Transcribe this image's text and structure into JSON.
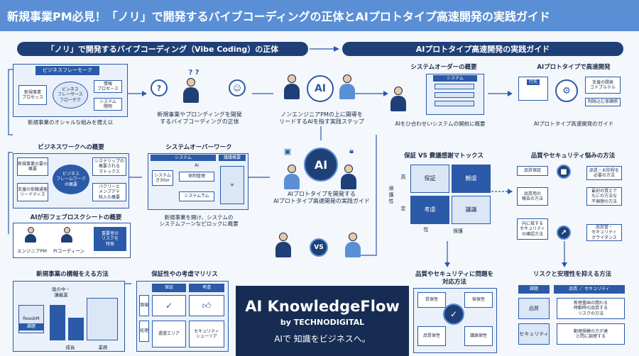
{
  "title": "新規事業PM必見！「ノリ」で開発するバイブコーディングの正体とAIプロトタイプ高速開発の実践ガイド",
  "sections": {
    "left": "「ノリ」で開発するバイブコーディング（Vibe Coding）の正体",
    "right": "AIプロトタイプ高速開発の実践ガイド"
  },
  "framework": {
    "title": "ビジネスフレーモーク",
    "chip1": "新規事業\nプロセッス",
    "chip2": "ビンネス\nフレーサース\nフローゲク",
    "chip3": "情報\nプロセース",
    "chip4": "システム\n開明",
    "caption": "新規事業のオシャルな組みを捜え以"
  },
  "pm_vibe": {
    "caption": "新規事業やプロンディングを開発\nするバイブコーディングの正体"
  },
  "ai_center": {
    "ai_label": "AI",
    "caption": "ノンエンジニアPMの上に開導を\nリードするAIを指す実践ステップ"
  },
  "system_order": {
    "title": "システムオーダーの概要",
    "system_label": "システム",
    "caption": "AIをひ合わせいシステムの開前に概要"
  },
  "ai_proto": {
    "title": "AIプロトタイプで高速開発",
    "screen_label": "行先",
    "note1": "支援の開発\nコトプルテル",
    "note2": "制限込む寧讀照",
    "caption": "AIプロトタイプ高速開発のガイド"
  },
  "biz_work": {
    "title": "ビジネスワークへの概要",
    "chip1": "新規事業の要の\n概要",
    "chip2": "支援の依頼通客\nリードティス",
    "center": "ビジネス\nフレームワーク\nの概要",
    "chip3": "システリップの\n概要される\nマトックス",
    "chip4": "パクリーと\nメンプアテ\n科入た概要"
  },
  "sys_overwork": {
    "title": "システムオーバーワーク",
    "head1": "システム",
    "head2": "議議概要",
    "ai": "AI",
    "row1": "システム\nき30or",
    "row2": "体制管理",
    "row3": "システムラム",
    "caption": "新規事業を開け、システムの\nシステムフーンなピロックに概要"
  },
  "ai_develop": {
    "ai_label": "AI",
    "caption": "AIプロトタイプを開発する\nAIプロトタイプ高速開発の実践ガイド"
  },
  "matrix": {
    "title": "保証 VS 費議感謝マトックス",
    "y_axis": "保護性",
    "y_high": "高",
    "y_low": "定",
    "cells": [
      "保証",
      "観虐",
      "考虐",
      "議議"
    ],
    "x_low": "性",
    "x_axis": "保護"
  },
  "quality": {
    "title": "品質やセキュリティ悩みの方法",
    "chip1": "品質保証",
    "chip2": "品質用の\n報告の方法",
    "chip3": "向に接する\nセキュリティ\nの確認方法",
    "note1": "品質・お防程を\n必要の方法",
    "note2": "最初の質とで\nもにの方法な\n不個理の方法",
    "note3": "品質管・\nセキュリティ\nグライダンス"
  },
  "aiflow": {
    "title": "AIが形フェブロスクシートの概要",
    "step1": "エンジニアPM",
    "step2": "PIコーディーン",
    "step3": "重要室の\nリスクを\n特発"
  },
  "vs_label": "VS",
  "info_method": {
    "title": "新規事業の構報をえる方法",
    "sub": "版の中・\n講義業",
    "tag": "ReasbM",
    "tag2": "課題",
    "x1": "成長",
    "x2": "業務"
  },
  "assurance": {
    "title": "保証性やの考虐マリリス",
    "head1": "保証",
    "head2": "考虐",
    "side1": "価値",
    "side2": "処理",
    "cap1": "還還エリア",
    "cap2": "セキュリティ\nシューツア"
  },
  "issue_method": {
    "title": "品質やセキュリティに問題を\n対応方法",
    "c1": "質保性",
    "c2": "採保性",
    "c3": "品質保性",
    "c4": "議論保性"
  },
  "risk": {
    "title": "リスクと安理性を抑える方法",
    "h1": "課題",
    "h2": "品質 ／ セキュリティ",
    "r1": "品質",
    "r2": "セキュリティ",
    "n1": "新理重画の開わる\n時動時の品質する\nリスクの方法",
    "n2": "動理規模の方が達\nと問に調理する"
  },
  "brand": {
    "name": "AI KnowledgeFlow",
    "by": "by TECHNODIGITAL",
    "tagline": "AIで 知識をビジネスへ。"
  },
  "colors": {
    "primary": "#2a5aa8",
    "dark": "#1f3f77",
    "title_bg": "#5a8fd6",
    "brand_bg": "#162c52"
  }
}
